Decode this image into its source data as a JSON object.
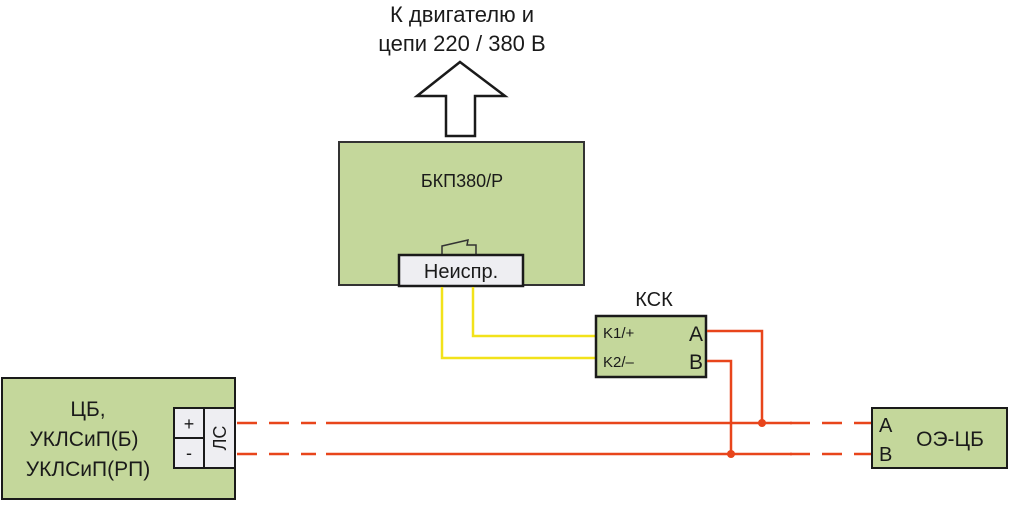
{
  "title_lines": [
    "К двигателю и",
    "цепи 220 / 380 В"
  ],
  "blocks": {
    "bkp": {
      "label": "БКП380/Р",
      "relay_label": "Неиспр."
    },
    "ksk": {
      "title": "КСК",
      "left_terminals": [
        "K1/+",
        "K2/–"
      ],
      "right_terminals": [
        "A",
        "B"
      ]
    },
    "cb": {
      "label_lines": [
        "ЦБ,",
        "УКЛСиП(Б)",
        "УКЛСиП(РП)"
      ],
      "terminals": [
        "+",
        "-"
      ],
      "line_label": "ЛС"
    },
    "oe": {
      "label": "ОЭ-ЦБ",
      "terminals": [
        "A",
        "B"
      ]
    }
  },
  "colors": {
    "block_fill": "#c4d79b",
    "wire_red": "#e8451b",
    "wire_yellow": "#f2e21a",
    "outline": "#1a1a1a",
    "relay_fill": "#eeeef2"
  }
}
